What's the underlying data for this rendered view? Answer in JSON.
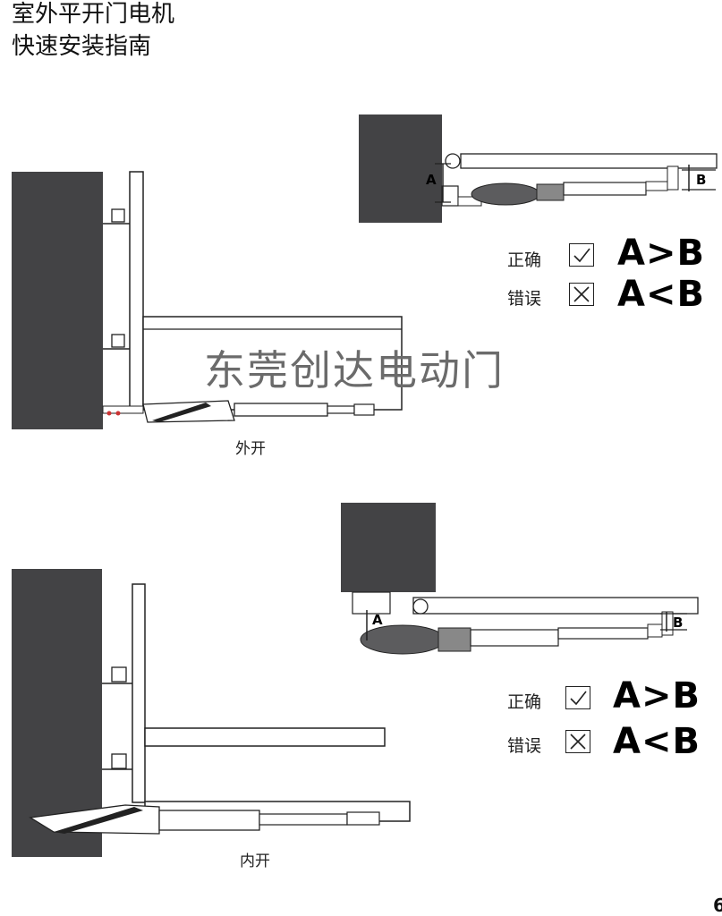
{
  "header": {
    "title_line1": "室外平开门电机",
    "title_line2": "快速安装指南"
  },
  "watermark": "东莞创达电动门",
  "outward": {
    "caption": "外开",
    "label_a": "A",
    "label_b": "B",
    "correct_label": "正确",
    "correct_formula": "A>B",
    "wrong_label": "错误",
    "wrong_formula": "A<B"
  },
  "inward": {
    "caption": "内开",
    "label_a": "A",
    "label_b": "B",
    "correct_label": "正确",
    "correct_formula": "A>B",
    "wrong_label": "错误",
    "wrong_formula": "A<B"
  },
  "page_number": "6",
  "colors": {
    "pillar": "#434345",
    "motor": "#5c5c5e",
    "line": "#222222"
  },
  "icons": {
    "correct": "check-icon",
    "wrong": "cross-icon"
  }
}
